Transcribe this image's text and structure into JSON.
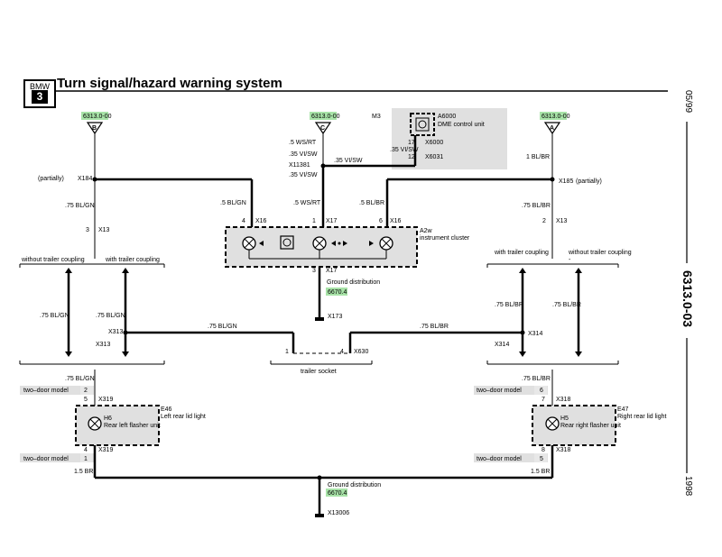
{
  "header": {
    "brand": "BMW",
    "series": "3",
    "title": "Turn signal/hazard warning system"
  },
  "margin": {
    "date": "05/99",
    "page": "6313.0-03",
    "year": "1998"
  },
  "refs": {
    "left_top": "6313.0-00",
    "center_top": "6313.0-00",
    "right_top": "6313.0-00",
    "ground_mid": "6670.4",
    "ground_bottom": "6670.4"
  },
  "pins": {
    "b": "B",
    "c": "C",
    "a": "A"
  },
  "labels": {
    "m3": "M3",
    "a6000": "A6000",
    "dme": "DME control unit",
    "p17": "17",
    "x6000": "X6000",
    "p12": "12",
    "x6031": "X6031",
    "w_c1": ".5 WS/RT",
    "w_c2": ".35 VI/SW",
    "w_c3": ".35 VI/SW",
    "w_c4": ".35 VI/SW",
    "x11381": "X11381",
    "w_a1": "1 BL/BR",
    "partially_l": "(partially)",
    "x184": "X184",
    "x185": "X185",
    "partially_r": "(partially)",
    "w_l1": ".75 BL/GN",
    "w_r1": ".75 BL/BR",
    "w_k1": ".5 BL/GN",
    "w_k2": ".5 WS/RT",
    "w_k3": ".5 BL/BR",
    "p4a": "4",
    "x16a": "X16",
    "p1a": "1",
    "x17a": "X17",
    "p6a": "6",
    "x16b": "X16",
    "a2w": "A2w",
    "cluster": "instrument cluster",
    "p3l": "3",
    "x13l": "X13",
    "p2r": "2",
    "x13r": "X13",
    "wo_tc_l": "without trailer coupling",
    "w_tc_l": "with trailer coupling",
    "w_tc_r": "with trailer coupling",
    "wo_tc_r": "without trailer coupling",
    "p3b": "3",
    "x17b": "X17",
    "gnd_dist1": "Ground distribution",
    "x173": "X173",
    "w_l2": ".75 BL/GN",
    "w_l3": ".75 BL/GN",
    "w_r2": ".75 BL/BR",
    "w_r3": ".75 BL/BR",
    "x313": "X313",
    "x314": "X314",
    "w_t1": ".75 BL/GN",
    "w_t2": ".75 BL/BR",
    "p1t": "1",
    "p4t": "4",
    "x630": "X630",
    "trailer": "trailer socket",
    "w_l4": ".75 BL/GN",
    "w_r4": ".75 BL/BR",
    "two_door1": "two–door model",
    "two_door2": "two–door model",
    "two_door3": "two–door model",
    "two_door4": "two–door model",
    "p2l": "2",
    "p5l": "5",
    "x319a": "X319",
    "p6r": "6",
    "p7r": "7",
    "x318a": "X318",
    "e46": "E46",
    "h6": "H6",
    "left_light": "Left rear lid light",
    "rear_left": "Rear left flasher unit",
    "e47": "E47",
    "h5": "H5",
    "right_light": "Right rear lid light",
    "rear_right": "Rear right flasher unit",
    "p1l": "1",
    "p4l": "4",
    "x319b": "X319",
    "p5r": "5",
    "p8r": "8",
    "x318b": "X318",
    "w_b1": "1.5 BR",
    "w_b2": "1.5 BR",
    "gnd_dist2": "Ground distribution",
    "x13006": "X13006"
  }
}
